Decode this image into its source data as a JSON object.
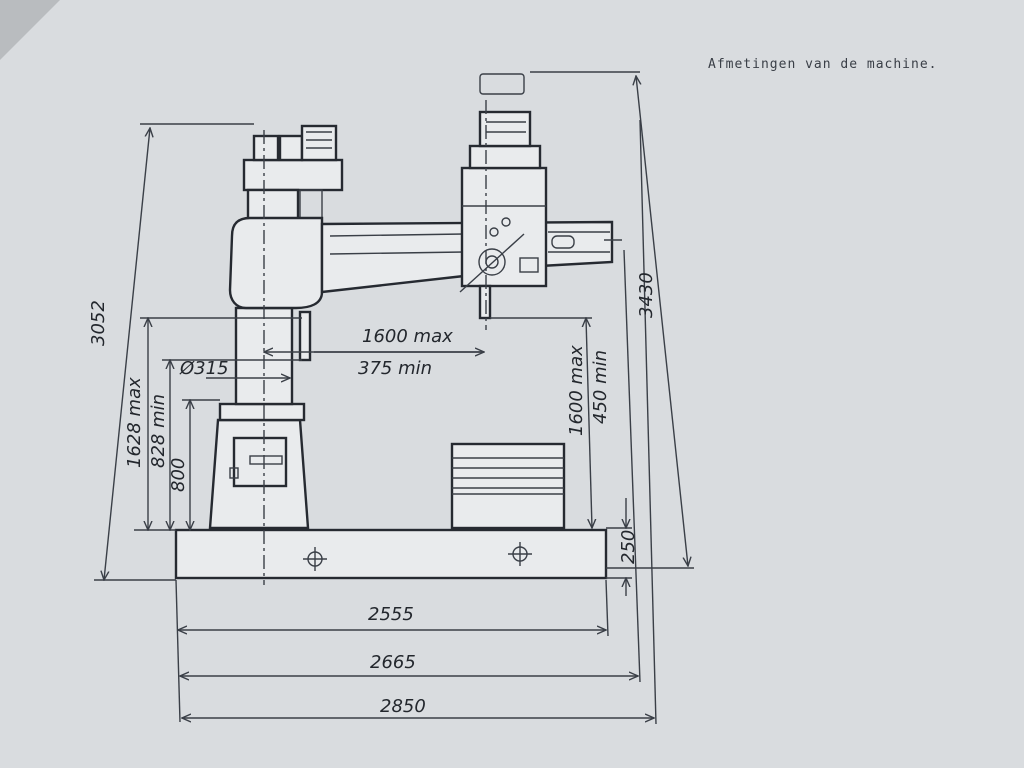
{
  "caption": "Afmetingen van de machine.",
  "dimensions": {
    "overall_height": "3052",
    "max_height": "3430",
    "arm_reach_max": "1600 max",
    "arm_reach_min": "375 min",
    "column_diameter": "Ø315",
    "spindle_to_base_max": "1628 max",
    "spindle_to_base_min": "828 min",
    "column_base_height": "800",
    "spindle_to_table_max": "1600 max",
    "spindle_to_table_min": "450 min",
    "base_height": "250",
    "base_length": "2555",
    "length_mid": "2665",
    "overall_length": "2850"
  },
  "colors": {
    "paper": "#d9dcdf",
    "ink": "#2b2f36"
  }
}
